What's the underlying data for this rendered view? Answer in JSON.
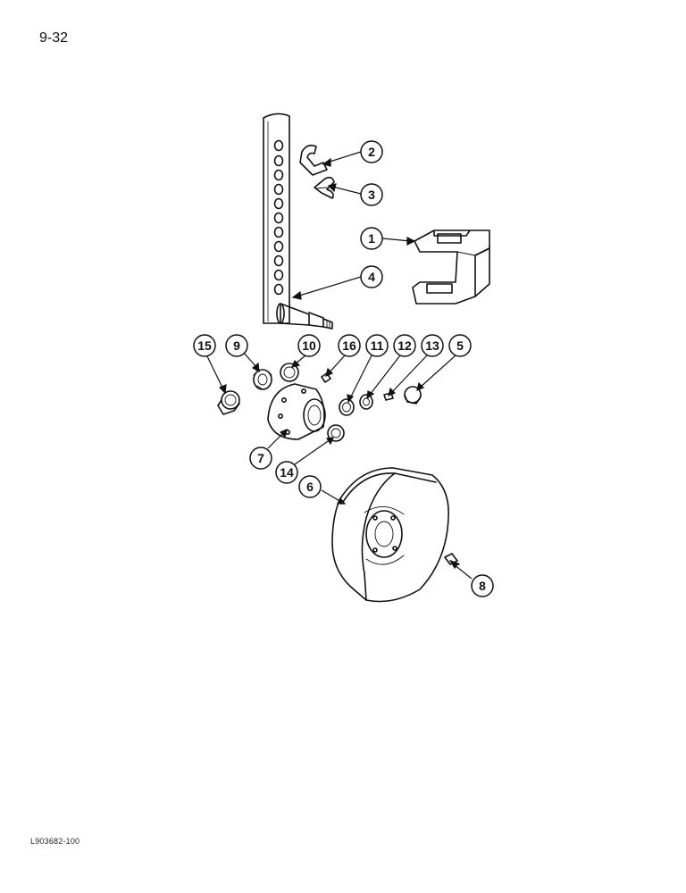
{
  "page": {
    "number": "9-32",
    "figure_id": "L903682-100"
  },
  "callouts": [
    {
      "id": "2",
      "label": "2"
    },
    {
      "id": "3",
      "label": "3"
    },
    {
      "id": "1",
      "label": "1"
    },
    {
      "id": "4",
      "label": "4"
    },
    {
      "id": "15",
      "label": "15"
    },
    {
      "id": "9",
      "label": "9"
    },
    {
      "id": "10",
      "label": "10"
    },
    {
      "id": "16",
      "label": "16"
    },
    {
      "id": "11",
      "label": "11"
    },
    {
      "id": "12",
      "label": "12"
    },
    {
      "id": "13",
      "label": "13"
    },
    {
      "id": "5",
      "label": "5"
    },
    {
      "id": "7",
      "label": "7"
    },
    {
      "id": "14",
      "label": "14"
    },
    {
      "id": "6",
      "label": "6"
    },
    {
      "id": "8",
      "label": "8"
    }
  ]
}
